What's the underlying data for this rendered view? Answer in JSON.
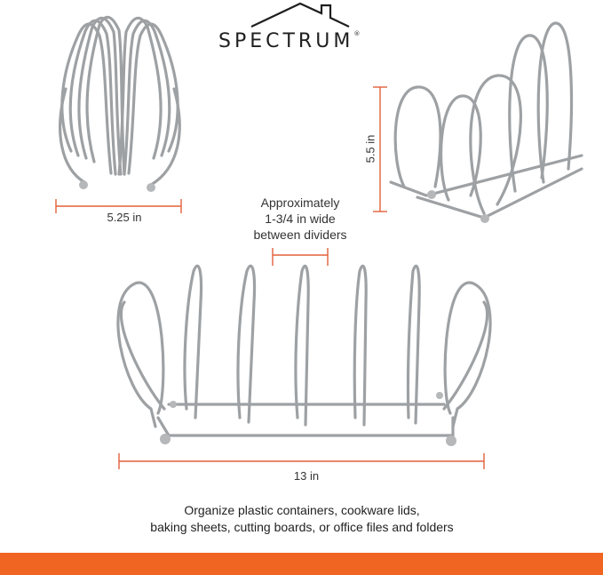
{
  "brand": {
    "name": "SPECTRUM",
    "mark": "®"
  },
  "dimensions": {
    "width_label": "5.25 in",
    "height_label": "5.5 in",
    "divider_label_lines": [
      "Approximately",
      "1-3/4 in wide",
      "between dividers"
    ],
    "length_label": "13 in"
  },
  "caption": {
    "line1": "Organize plastic containers, cookware lids,",
    "line2": "baking sheets, cutting boards, or office files and folders"
  },
  "colors": {
    "accent": "#f06522",
    "dimension_line": "#e2613a",
    "wire": "#9ea1a4"
  }
}
